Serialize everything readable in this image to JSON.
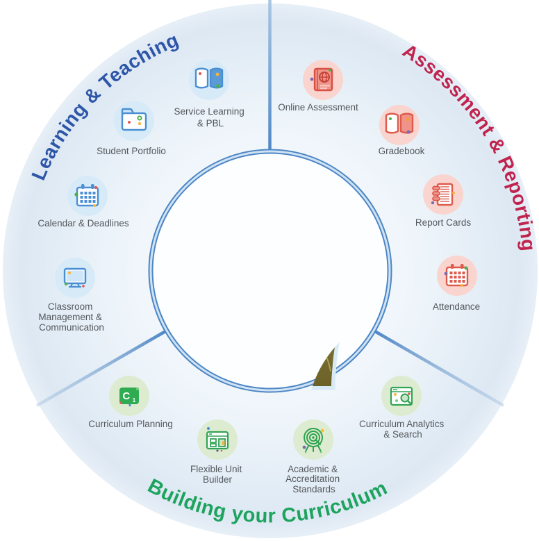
{
  "sections": [
    {
      "id": "learning-teaching",
      "title": "Learning & Teaching",
      "title_color": "#2d55a8",
      "item_circle_color": "#d7eaf8",
      "icon_stroke_color": "#4a8fd3",
      "items": [
        {
          "icon": "open-book-icon",
          "lines": [
            "Service Learning",
            "& PBL"
          ]
        },
        {
          "icon": "folder-icon",
          "lines": [
            "Student Portfolio"
          ]
        },
        {
          "icon": "calendar-icon",
          "lines": [
            "Calendar & Deadlines"
          ]
        },
        {
          "icon": "monitor-icon",
          "lines": [
            "Classroom",
            "Management &",
            "Communication"
          ]
        }
      ]
    },
    {
      "id": "assessment-reporting",
      "title": "Assessment & Reporting",
      "title_color": "#c0244e",
      "item_circle_color": "#fad4ce",
      "icon_stroke_color": "#dd5a4c",
      "items": [
        {
          "icon": "globe-book-icon",
          "lines": [
            "Online Assessment"
          ]
        },
        {
          "icon": "open-book-icon",
          "lines": [
            "Gradebook"
          ]
        },
        {
          "icon": "report-list-icon",
          "lines": [
            "Report Cards"
          ]
        },
        {
          "icon": "calendar-icon",
          "lines": [
            "Attendance"
          ]
        }
      ]
    },
    {
      "id": "building-curriculum",
      "title": "Building your Curriculum",
      "title_color": "#1ea35f",
      "item_circle_color": "#ddecd0",
      "icon_stroke_color": "#33a457",
      "items": [
        {
          "icon": "c1-badge-icon",
          "badge_text": "C",
          "badge_subscript": "1",
          "lines": [
            "Curriculum Planning"
          ]
        },
        {
          "icon": "layout-builder-icon",
          "lines": [
            "Flexible Unit",
            "Builder"
          ]
        },
        {
          "icon": "target-icon",
          "lines": [
            "Academic &",
            "Accreditation",
            "Standards"
          ]
        },
        {
          "icon": "search-window-icon",
          "lines": [
            "Curriculum Analytics",
            "& Search"
          ]
        }
      ]
    }
  ],
  "center": {
    "illustration": "human-head-profile-with-tree-canopy-and-roots"
  },
  "colors": {
    "label_text": "#54585c",
    "ring_blue": "#4d86c5",
    "divider_blue": "#5d8fc7",
    "wheel_background": "#e8f0f8"
  }
}
